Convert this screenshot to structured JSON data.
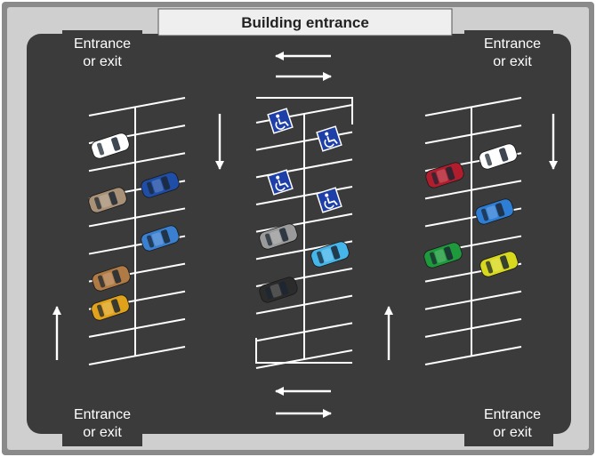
{
  "title": "Building entrance",
  "corner_labels": {
    "top_left": [
      "Entrance",
      "or exit"
    ],
    "top_right": [
      "Entrance",
      "or exit"
    ],
    "bottom_left": [
      "Entrance",
      "or exit"
    ],
    "bottom_right": [
      "Entrance",
      "or exit"
    ]
  },
  "colors": {
    "outer_frame": "#8a8a8a",
    "lot_surface": "#3b3b3b",
    "marking": "#ffffff",
    "title_bar": "#efefef",
    "accessible_sign": "#1f3fa8"
  },
  "icons": {
    "arrow": "arrow-icon",
    "accessible": "wheelchair-icon",
    "car": "car-icon"
  },
  "parked_cars": [
    {
      "row": "left",
      "color": "#ffffff"
    },
    {
      "row": "left",
      "color": "#a89176"
    },
    {
      "row": "left",
      "color": "#1f4ea8"
    },
    {
      "row": "left",
      "color": "#3a7fd0"
    },
    {
      "row": "left",
      "color": "#b07a45"
    },
    {
      "row": "left",
      "color": "#e0a21b"
    },
    {
      "row": "middle",
      "color": "#9a9a9a"
    },
    {
      "row": "middle",
      "color": "#46b6ea"
    },
    {
      "row": "middle",
      "color": "#2b2b2b"
    },
    {
      "row": "right",
      "color": "#b01e2e"
    },
    {
      "row": "right",
      "color": "#ffffff"
    },
    {
      "row": "right",
      "color": "#2f7ed6"
    },
    {
      "row": "right",
      "color": "#1e9a3c"
    },
    {
      "row": "right",
      "color": "#d8d81e"
    }
  ]
}
